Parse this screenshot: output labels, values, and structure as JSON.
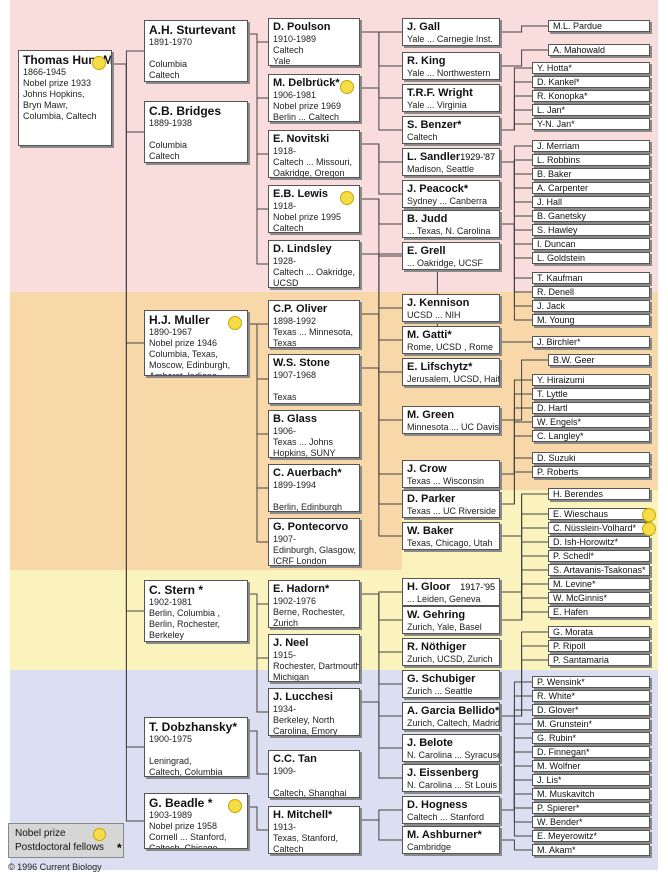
{
  "colors": {
    "pink": "#f9dcdc",
    "orange": "#f8d7a8",
    "yellow": "#fbf3bd",
    "blue": "#dcdff1",
    "prize": "#f7dc4a"
  },
  "legend": {
    "nobel": "Nobel prize",
    "postdoc": "Postdoctoral fellows",
    "star": "*"
  },
  "copyright": "© 1996 Current Biology",
  "nodes": [
    {
      "id": "morgan",
      "name": "Thomas Hunt Morgan",
      "lines": [
        "1866-1945",
        "Nobel prize 1933",
        "Johns Hopkins,",
        "Bryn Mawr,",
        "Columbia, Caltech"
      ],
      "prize": true
    },
    {
      "id": "sturtevant",
      "name": "A.H. Sturtevant",
      "lines": [
        "1891-1970",
        "",
        "Columbia",
        "Caltech"
      ]
    },
    {
      "id": "bridges",
      "name": "C.B. Bridges",
      "lines": [
        "1889-1938",
        "",
        "Columbia",
        "Caltech"
      ]
    },
    {
      "id": "muller",
      "name": "H.J. Muller",
      "lines": [
        "1890-1967",
        "Nobel prize 1946",
        "Columbia, Texas,",
        "Moscow, Edinburgh,",
        "Amherst, Indiana"
      ],
      "prize": true
    },
    {
      "id": "stern",
      "name": "C. Stern *",
      "lines": [
        "1902-1981",
        "Berlin, Columbia ,",
        "Berlin, Rochester,",
        "Berkeley"
      ]
    },
    {
      "id": "dobzhansky",
      "name": "T. Dobzhansky*",
      "lines": [
        "1900-1975",
        "",
        "Leningrad,",
        "Caltech, Columbia"
      ]
    },
    {
      "id": "beadle",
      "name": "G. Beadle *",
      "lines": [
        "1903-1989",
        "Nobel prize 1958",
        "Cornell ... Stanford,",
        "Caltech, Chicago"
      ],
      "prize": true
    },
    {
      "id": "poulson",
      "name": "D. Poulson",
      "lines": [
        "1910-1989",
        "Caltech",
        "Yale"
      ]
    },
    {
      "id": "delbruck",
      "name": "M. Delbrück*",
      "lines": [
        "1906-1981",
        "Nobel prize 1969",
        "Berlin ... Caltech"
      ],
      "prize": true
    },
    {
      "id": "novitski",
      "name": "E. Novitski",
      "lines": [
        "1918-",
        "Caltech ... Missouri,",
        "Oakridge, Oregon"
      ]
    },
    {
      "id": "lewis",
      "name": "E.B. Lewis",
      "lines": [
        "1918-",
        "Nobel prize 1995",
        "Caltech"
      ],
      "prize": true
    },
    {
      "id": "lindsley",
      "name": "D. Lindsley",
      "lines": [
        "1928-",
        "Caltech ... Oakridge,",
        "UCSD"
      ]
    },
    {
      "id": "oliver",
      "name": "C.P. Oliver",
      "lines": [
        "1898-1992",
        "Texas ... Minnesota,",
        "Texas"
      ]
    },
    {
      "id": "stone",
      "name": "W.S. Stone",
      "lines": [
        "1907-1968",
        "",
        "Texas"
      ]
    },
    {
      "id": "glass",
      "name": "B. Glass",
      "lines": [
        "1906-",
        "Texas ... Johns",
        "Hopkins, SUNY"
      ]
    },
    {
      "id": "auerbach",
      "name": "C. Auerbach*",
      "lines": [
        "1899-1994",
        "",
        "Berlin, Edinburgh"
      ]
    },
    {
      "id": "pontecorvo",
      "name": "G. Pontecorvo",
      "lines": [
        "1907-",
        "Edinburgh, Glasgow,",
        "ICRF London"
      ]
    },
    {
      "id": "hadorn",
      "name": "E. Hadorn*",
      "lines": [
        "1902-1976",
        "Berne, Rochester,",
        "Zurich"
      ]
    },
    {
      "id": "neel",
      "name": "J. Neel",
      "lines": [
        "1915-",
        "Rochester, Dartmouth,",
        "Michigan"
      ]
    },
    {
      "id": "lucchesi",
      "name": "J. Lucchesi",
      "lines": [
        "1934-",
        "Berkeley, North",
        "Carolina, Emory"
      ]
    },
    {
      "id": "tan",
      "name": "C.C. Tan",
      "lines": [
        "1909-",
        "",
        "Caltech, Shanghai"
      ]
    },
    {
      "id": "mitchell",
      "name": "H. Mitchell*",
      "lines": [
        "1913-",
        "Texas, Stanford,",
        "Caltech"
      ]
    },
    {
      "id": "gall",
      "name": "J. Gall",
      "lines": [
        "Yale ... Carnegie Inst."
      ]
    },
    {
      "id": "king",
      "name": "R. King",
      "lines": [
        "Yale ... Northwestern"
      ]
    },
    {
      "id": "wright",
      "name": "T.R.F. Wright",
      "lines": [
        "Yale ... Virginia"
      ]
    },
    {
      "id": "benzer",
      "name": "S. Benzer*",
      "lines": [
        "Caltech"
      ]
    },
    {
      "id": "sandler",
      "name": "L. Sandler",
      "extra": "1929-'87",
      "lines": [
        "Madison, Seattle"
      ]
    },
    {
      "id": "peacock",
      "name": "J. Peacock*",
      "lines": [
        "Sydney ... Canberra"
      ]
    },
    {
      "id": "judd",
      "name": "B. Judd",
      "lines": [
        "... Texas, N. Carolina"
      ]
    },
    {
      "id": "grell",
      "name": "E. Grell",
      "lines": [
        "... Oakridge, UCSF"
      ]
    },
    {
      "id": "kennison",
      "name": "J. Kennison",
      "lines": [
        "UCSD ... NIH"
      ]
    },
    {
      "id": "gatti",
      "name": "M. Gatti*",
      "lines": [
        "Rome, UCSD , Rome"
      ]
    },
    {
      "id": "lifschytz",
      "name": "E. Lifschytz*",
      "lines": [
        "Jerusalem, UCSD, Haifa"
      ]
    },
    {
      "id": "green",
      "name": "M. Green",
      "lines": [
        "Minnesota ... UC Davis"
      ]
    },
    {
      "id": "crow",
      "name": "J. Crow",
      "lines": [
        "Texas ... Wisconsin"
      ]
    },
    {
      "id": "parker",
      "name": "D. Parker",
      "lines": [
        "Texas ... UC Riverside"
      ]
    },
    {
      "id": "baker",
      "name": "W. Baker",
      "lines": [
        "Texas, Chicago, Utah"
      ]
    },
    {
      "id": "gloor",
      "name": "H. Gloor",
      "extra": "1917-'95",
      "lines": [
        "... Leiden, Geneva"
      ]
    },
    {
      "id": "gehring",
      "name": "W. Gehring",
      "lines": [
        "Zurich, Yale, Basel"
      ]
    },
    {
      "id": "nothiger",
      "name": "R. Nöthiger",
      "lines": [
        "Zurich, UCSD, Zurich"
      ]
    },
    {
      "id": "schubiger",
      "name": "G. Schubiger",
      "lines": [
        "Zurich ... Seattle"
      ]
    },
    {
      "id": "bellido",
      "name": "A. Garcia Bellido*",
      "lines": [
        "Zurich, Caltech, Madrid"
      ]
    },
    {
      "id": "belote",
      "name": "J. Belote",
      "lines": [
        "N. Carolina ... Syracuse"
      ]
    },
    {
      "id": "eissenberg",
      "name": "J. Eissenberg",
      "lines": [
        "N. Carolina ... St Louis"
      ]
    },
    {
      "id": "hogness",
      "name": "D. Hogness",
      "lines": [
        "Caltech ... Stanford"
      ]
    },
    {
      "id": "ashburner",
      "name": "M. Ashburner*",
      "lines": [
        "Cambridge"
      ]
    }
  ],
  "leaves": [
    {
      "id": "pardue",
      "name": "M.L. Pardue"
    },
    {
      "id": "mahowald",
      "name": "A. Mahowald"
    },
    {
      "id": "hotta",
      "name": "Y. Hotta*"
    },
    {
      "id": "kankel",
      "name": "D. Kankel*"
    },
    {
      "id": "konopka",
      "name": "R. Konopka*"
    },
    {
      "id": "ljan",
      "name": "L. Jan*"
    },
    {
      "id": "ynjan",
      "name": "Y-N. Jan*"
    },
    {
      "id": "merriam",
      "name": "J. Merriam"
    },
    {
      "id": "robbins",
      "name": "L. Robbins"
    },
    {
      "id": "bbaker",
      "name": "B. Baker"
    },
    {
      "id": "carpenter",
      "name": "A. Carpenter"
    },
    {
      "id": "hall",
      "name": "J. Hall"
    },
    {
      "id": "ganetsky",
      "name": "B. Ganetsky"
    },
    {
      "id": "hawley",
      "name": "S. Hawley"
    },
    {
      "id": "duncan",
      "name": "I. Duncan"
    },
    {
      "id": "goldstein",
      "name": "L. Goldstein"
    },
    {
      "id": "kaufman",
      "name": "T. Kaufman"
    },
    {
      "id": "denell",
      "name": "R. Denell"
    },
    {
      "id": "jack",
      "name": "J. Jack"
    },
    {
      "id": "young",
      "name": "M. Young"
    },
    {
      "id": "birchler",
      "name": "J. Birchler*"
    },
    {
      "id": "geer",
      "name": "B.W. Geer"
    },
    {
      "id": "hiraizumi",
      "name": "Y. Hiraizumi"
    },
    {
      "id": "lyttle",
      "name": "T. Lyttle"
    },
    {
      "id": "hartl",
      "name": "D. Hartl"
    },
    {
      "id": "engels",
      "name": "W. Engels*"
    },
    {
      "id": "langley",
      "name": "C. Langley*"
    },
    {
      "id": "suzuki",
      "name": "D. Suzuki"
    },
    {
      "id": "roberts",
      "name": "P. Roberts"
    },
    {
      "id": "berendes",
      "name": "H. Berendes"
    },
    {
      "id": "wieschaus",
      "name": "E. Wieschaus",
      "prize": true
    },
    {
      "id": "nusslein",
      "name": "C. Nüsslein-Volhard*",
      "prize": true
    },
    {
      "id": "ishhorowitz",
      "name": "D. Ish-Horowitz*"
    },
    {
      "id": "schedl",
      "name": "P. Schedl*"
    },
    {
      "id": "artavanis",
      "name": "S. Artavanis-Tsakonas*"
    },
    {
      "id": "levine",
      "name": "M. Levine*"
    },
    {
      "id": "mcginnis",
      "name": "W. McGinnis*"
    },
    {
      "id": "hafen",
      "name": "E. Hafen"
    },
    {
      "id": "morata",
      "name": "G. Morata"
    },
    {
      "id": "ripoll",
      "name": "P. Ripoll"
    },
    {
      "id": "santamaria",
      "name": "P. Santamaria"
    },
    {
      "id": "wensink",
      "name": "P. Wensink*"
    },
    {
      "id": "white",
      "name": "R. White*"
    },
    {
      "id": "glover",
      "name": "D. Glover*"
    },
    {
      "id": "grunstein",
      "name": "M. Grunstein*"
    },
    {
      "id": "rubin",
      "name": "G. Rubin*"
    },
    {
      "id": "finnegan",
      "name": "D. Finnegan*"
    },
    {
      "id": "wolfner",
      "name": "M. Wolfner"
    },
    {
      "id": "lis",
      "name": "J. Lis*"
    },
    {
      "id": "muskavitch",
      "name": "M. Muskavitch"
    },
    {
      "id": "spierer",
      "name": "P. Spierer*"
    },
    {
      "id": "bender",
      "name": "W. Bender*"
    },
    {
      "id": "meyerowitz",
      "name": "E. Meyerowitz*"
    },
    {
      "id": "akam",
      "name": "M. Akam*"
    }
  ],
  "edges": [
    [
      "morgan",
      "sturtevant"
    ],
    [
      "morgan",
      "bridges"
    ],
    [
      "morgan",
      "muller"
    ],
    [
      "morgan",
      "stern"
    ],
    [
      "morgan",
      "dobzhansky"
    ],
    [
      "morgan",
      "beadle"
    ],
    [
      "sturtevant",
      "poulson"
    ],
    [
      "sturtevant",
      "delbruck"
    ],
    [
      "sturtevant",
      "novitski"
    ],
    [
      "sturtevant",
      "lewis"
    ],
    [
      "sturtevant",
      "lindsley"
    ],
    [
      "poulson",
      "gall"
    ],
    [
      "poulson",
      "king"
    ],
    [
      "poulson",
      "wright"
    ],
    [
      "gall",
      "pardue"
    ],
    [
      "king",
      "mahowald"
    ],
    [
      "delbruck",
      "benzer"
    ],
    [
      "benzer",
      "hotta"
    ],
    [
      "benzer",
      "kankel"
    ],
    [
      "benzer",
      "konopka"
    ],
    [
      "benzer",
      "ljan"
    ],
    [
      "benzer",
      "ynjan"
    ],
    [
      "novitski",
      "sandler"
    ],
    [
      "novitski",
      "peacock"
    ],
    [
      "sandler",
      "merriam"
    ],
    [
      "sandler",
      "robbins"
    ],
    [
      "sandler",
      "bbaker"
    ],
    [
      "sandler",
      "carpenter"
    ],
    [
      "sandler",
      "hall"
    ],
    [
      "sandler",
      "ganetsky"
    ],
    [
      "sandler",
      "hawley"
    ],
    [
      "sandler",
      "duncan"
    ],
    [
      "sandler",
      "goldstein"
    ],
    [
      "lewis",
      "judd"
    ],
    [
      "lewis",
      "grell"
    ],
    [
      "judd",
      "kaufman"
    ],
    [
      "judd",
      "denell"
    ],
    [
      "judd",
      "jack"
    ],
    [
      "judd",
      "young"
    ],
    [
      "lindsley",
      "kennison"
    ],
    [
      "lindsley",
      "gatti"
    ],
    [
      "lindsley",
      "lifschytz"
    ],
    [
      "lindsley",
      "birchler"
    ],
    [
      "muller",
      "oliver"
    ],
    [
      "muller",
      "stone"
    ],
    [
      "muller",
      "glass"
    ],
    [
      "muller",
      "auerbach"
    ],
    [
      "muller",
      "pontecorvo"
    ],
    [
      "oliver",
      "gatti"
    ],
    [
      "oliver",
      "lifschytz"
    ],
    [
      "stone",
      "green"
    ],
    [
      "stone",
      "crow"
    ],
    [
      "stone",
      "parker"
    ],
    [
      "stone",
      "baker"
    ],
    [
      "green",
      "geer"
    ],
    [
      "crow",
      "hiraizumi"
    ],
    [
      "crow",
      "lyttle"
    ],
    [
      "crow",
      "hartl"
    ],
    [
      "crow",
      "engels"
    ],
    [
      "crow",
      "langley"
    ],
    [
      "parker",
      "suzuki"
    ],
    [
      "parker",
      "roberts"
    ],
    [
      "baker",
      "berendes"
    ],
    [
      "stern",
      "hadorn"
    ],
    [
      "stern",
      "neel"
    ],
    [
      "stern",
      "lucchesi"
    ],
    [
      "hadorn",
      "gloor"
    ],
    [
      "hadorn",
      "gehring"
    ],
    [
      "hadorn",
      "nothiger"
    ],
    [
      "hadorn",
      "schubiger"
    ],
    [
      "hadorn",
      "bellido"
    ],
    [
      "gloor",
      "berendes"
    ],
    [
      "gloor",
      "wieschaus"
    ],
    [
      "gehring",
      "nusslein"
    ],
    [
      "gehring",
      "ishhorowitz"
    ],
    [
      "gehring",
      "schedl"
    ],
    [
      "gehring",
      "artavanis"
    ],
    [
      "gehring",
      "levine"
    ],
    [
      "gehring",
      "mcginnis"
    ],
    [
      "gehring",
      "hafen"
    ],
    [
      "bellido",
      "morata"
    ],
    [
      "bellido",
      "ripoll"
    ],
    [
      "bellido",
      "santamaria"
    ],
    [
      "lucchesi",
      "belote"
    ],
    [
      "lucchesi",
      "eissenberg"
    ],
    [
      "dobzhansky",
      "tan"
    ],
    [
      "beadle",
      "mitchell"
    ],
    [
      "mitchell",
      "hogness"
    ],
    [
      "mitchell",
      "ashburner"
    ],
    [
      "hogness",
      "wensink"
    ],
    [
      "hogness",
      "white"
    ],
    [
      "hogness",
      "glover"
    ],
    [
      "hogness",
      "grunstein"
    ],
    [
      "hogness",
      "rubin"
    ],
    [
      "hogness",
      "finnegan"
    ],
    [
      "hogness",
      "wolfner"
    ],
    [
      "hogness",
      "lis"
    ],
    [
      "hogness",
      "muskavitch"
    ],
    [
      "hogness",
      "spierer"
    ],
    [
      "hogness",
      "bender"
    ],
    [
      "hogness",
      "meyerowitz"
    ],
    [
      "ashburner",
      "akam"
    ]
  ]
}
